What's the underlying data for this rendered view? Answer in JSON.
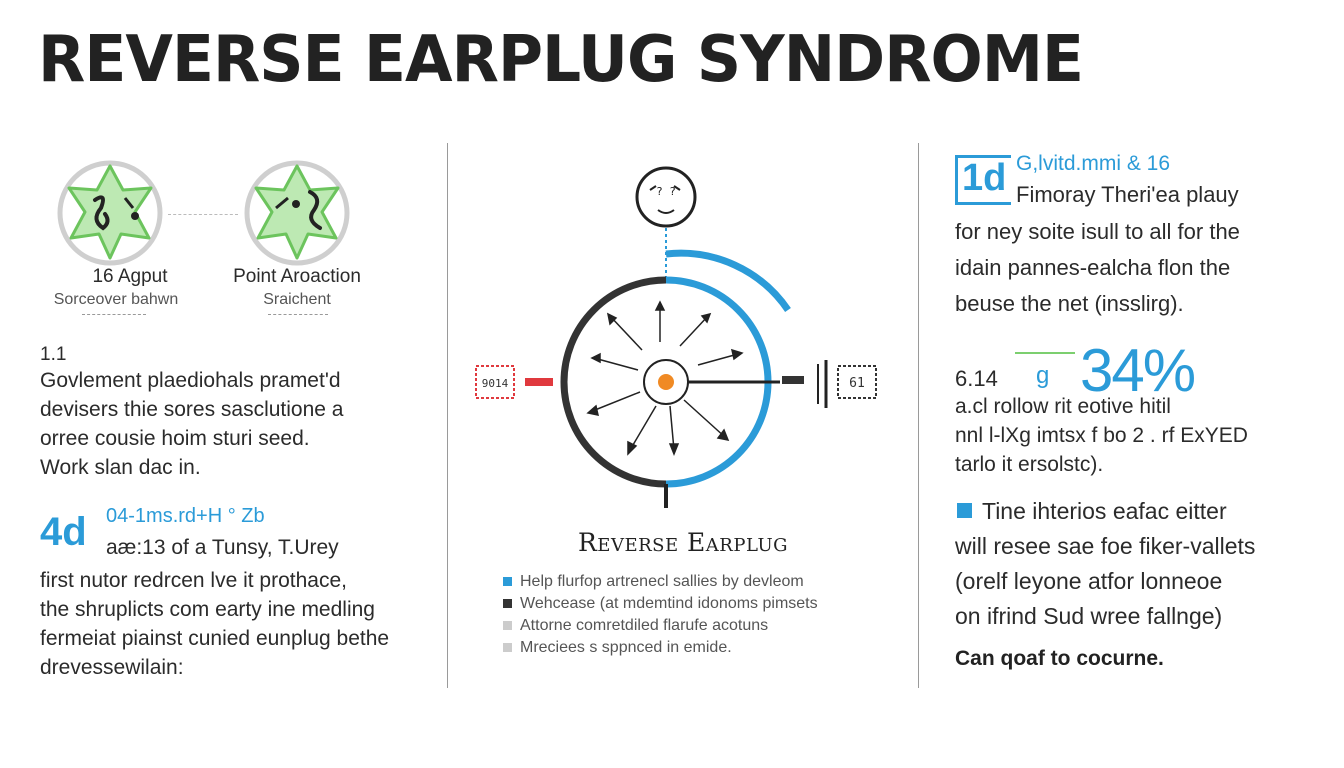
{
  "title": "REVERSE EARPLUG SYNDROME",
  "left": {
    "icon_a": {
      "label": "16 Agput",
      "sub": "Sorceover bahwn"
    },
    "icon_b": {
      "label": "Point Aroaction",
      "sub": "Sraichent"
    },
    "section_num": "1.1",
    "paragraph": [
      "Govlement plaediohals pramet'd",
      "devisers thie sores sasclutione a",
      "orree cousie hoim sturi seed.",
      "Work slan dac in."
    ],
    "stat": {
      "value": "4d",
      "line1": "04-1ms.rd+H ° Zb",
      "line2": "aæ:13 of a Tunsy, T.Urey"
    },
    "paragraph2": [
      "first nutor redrcen lve it prothace,",
      "the shruplicts com earty ine medling",
      "fermeiat piainst cunied eunplug bethe",
      "drevessewilain:"
    ]
  },
  "center": {
    "face_text": "?  ?",
    "left_tag": "9014",
    "right_tag": "61",
    "heading": "Reverse Earplug",
    "legend": [
      {
        "text": "Help flurfop artrenecl sallies by devleom",
        "color": "#2b9bd8"
      },
      {
        "text": "Wehcease (at mdemtind idonoms pimsets",
        "color": "#333333"
      },
      {
        "text": "Attorne comretdiled flarufe acotuns",
        "color": "#cccccc"
      },
      {
        "text": "Mreciees s sppnced in emide.",
        "color": "#cccccc"
      }
    ]
  },
  "right": {
    "stat1": {
      "value": "1d",
      "line1": "G,lvitd.mmi & 16",
      "line2": "Fimoray Theri'ea plauy"
    },
    "paragraph1": [
      "for ney soite isull to all for the",
      "idain pannes-ealcha flon the",
      "beuse the net (insslirg)."
    ],
    "stat2": {
      "prefix": "6.14",
      "mid": "g",
      "value": "34%"
    },
    "paragraph2": [
      "a.cl rollow rit   eotive hitil",
      "nnl l-lXg imtsx f bo 2 . rf ExYED",
      "tarlo it ersolstc)."
    ],
    "bullet_para": [
      "Tine ihterios eafac eitter",
      "will resee sae foe fiker-vallets",
      "(orelf leyone atfor lonneoe",
      "on ifrind Sud wree fallnge)"
    ],
    "closing": "Can qoaf to cocurne."
  },
  "colors": {
    "accent": "#2b9bd8",
    "green": "#7ccf6f",
    "orange": "#f08a24",
    "red": "#e0393e"
  }
}
